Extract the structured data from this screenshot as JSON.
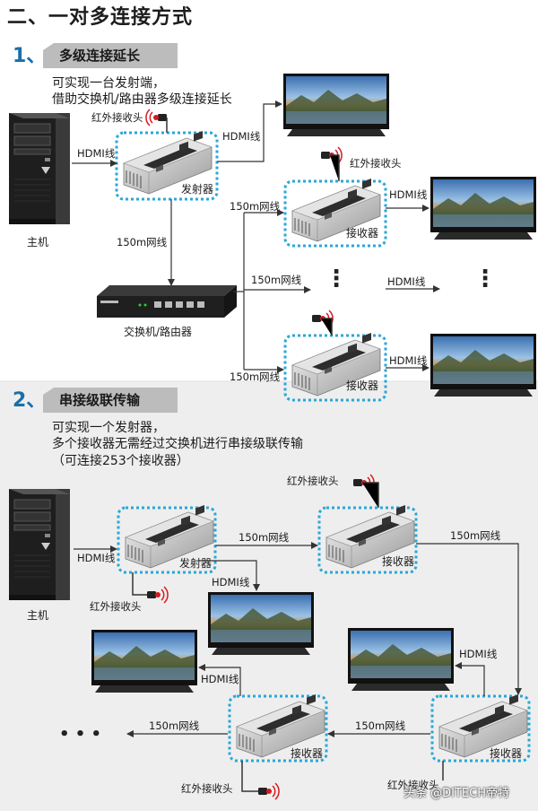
{
  "title": "二、一对多连接方式",
  "section1": {
    "number": "1、",
    "label": "多级连接延长",
    "desc": [
      "可实现一台发射端，",
      "借助交换机/路由器多级连接延长"
    ],
    "host": "主机",
    "switch": "交换机/路由器",
    "hdmi": "HDMI线",
    "net": "150m网线",
    "ir": "红外接收头",
    "transmitter": "发射器",
    "receiver": "接收器",
    "dots": "⋮"
  },
  "section2": {
    "number": "2、",
    "label": "串接级联传输",
    "desc": [
      "可实现一个发射器，",
      "多个接收器无需经过交换机进行串接级联传输",
      "（可连接253个接收器）"
    ],
    "host": "主机",
    "hdmi": "HDMI线",
    "net": "150m网线",
    "ir": "红外接收头",
    "transmitter": "发射器",
    "receiver": "接收器",
    "dots": "• • •"
  },
  "watermark": "头条 @DITECH帝特",
  "colors": {
    "accent": "#1a6fa8",
    "dotted_box": "#2aa7d8",
    "tab": "#bcbcbc",
    "section2_bg": "#eeeeee",
    "ir_red": "#d71920",
    "line": "#333333"
  }
}
